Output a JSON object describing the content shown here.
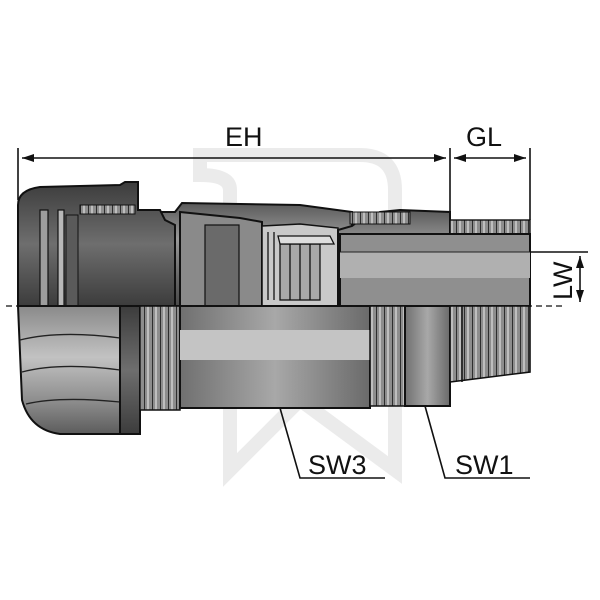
{
  "labels": {
    "eh": "EH",
    "gl": "GL",
    "lw": "LW",
    "sw3": "SW3",
    "sw1": "SW1"
  },
  "colors": {
    "outline": "#111111",
    "body_dark": "#4a4a4a",
    "body_mid": "#7b7b7b",
    "body_light": "#b4b4b4",
    "highlight": "#d9d9d9",
    "background": "#ffffff"
  }
}
